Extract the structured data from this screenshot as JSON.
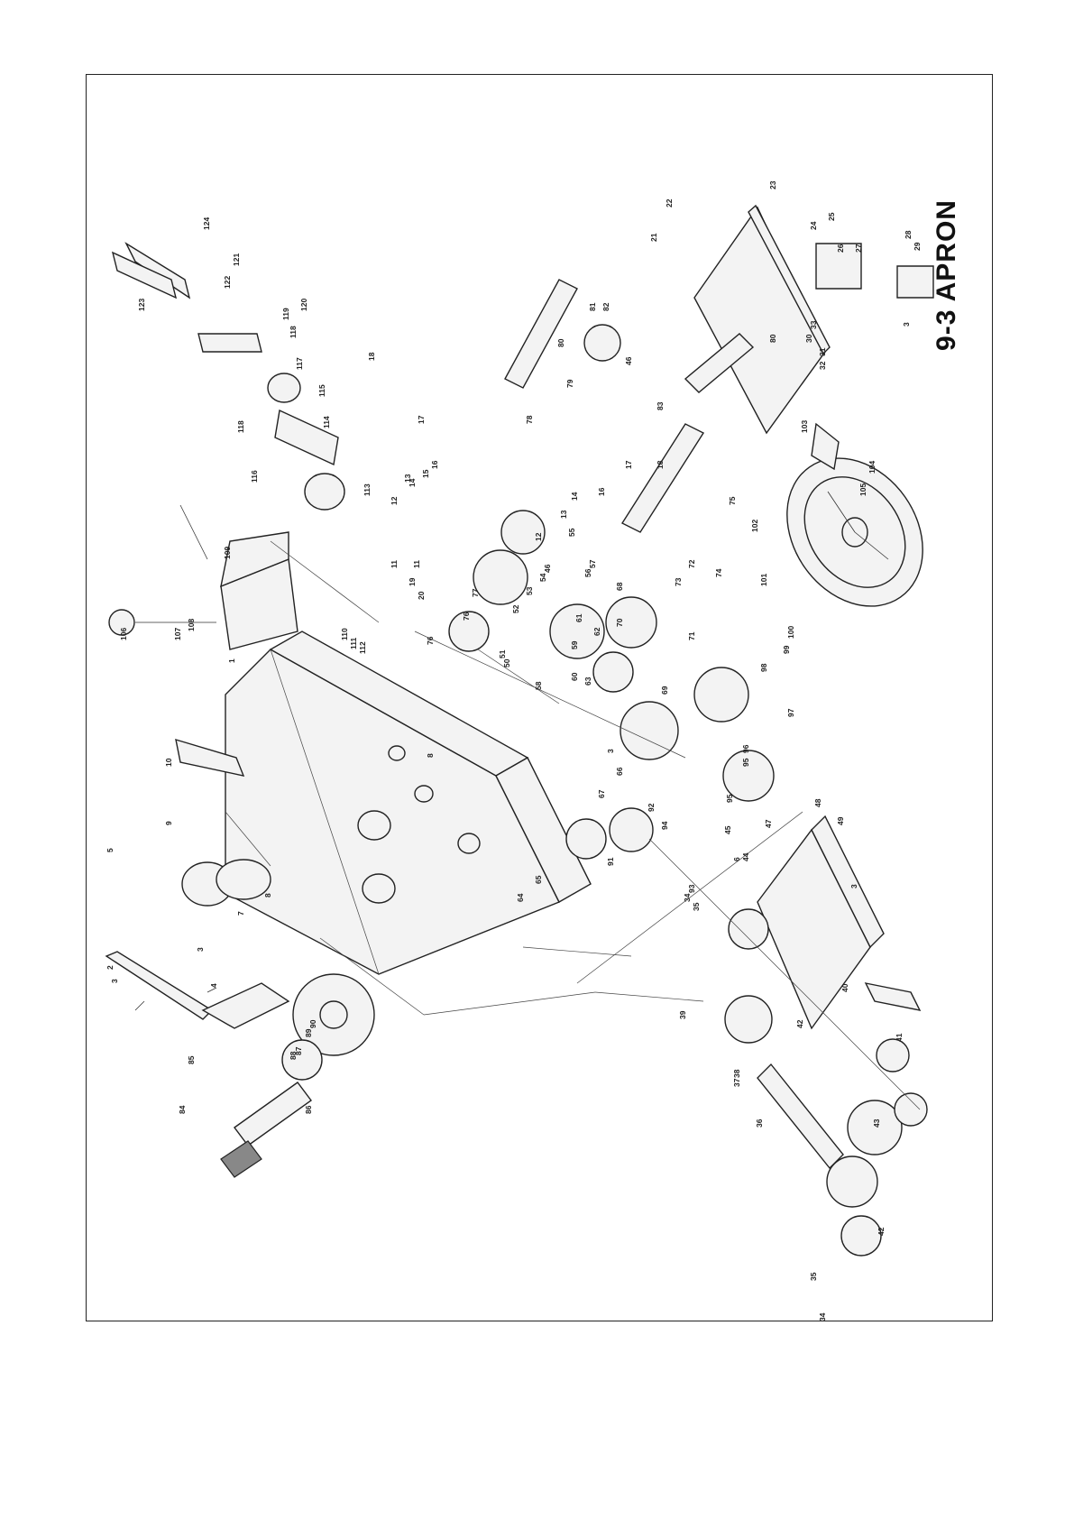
{
  "page": {
    "title": "9-3 APRON",
    "description_type": "exploded parts diagram"
  },
  "part_labels": [
    "1",
    "2",
    "3",
    "3",
    "3",
    "3",
    "3",
    "4",
    "5",
    "6",
    "7",
    "8",
    "8",
    "9",
    "10",
    "11",
    "11",
    "12",
    "12",
    "13",
    "13",
    "14",
    "14",
    "15",
    "16",
    "16",
    "17",
    "17",
    "18",
    "18",
    "19",
    "20",
    "21",
    "22",
    "23",
    "24",
    "25",
    "26",
    "27",
    "28",
    "29",
    "30",
    "31",
    "32",
    "33",
    "34",
    "34",
    "35",
    "35",
    "36",
    "37",
    "38",
    "39",
    "40",
    "41",
    "42",
    "42",
    "43",
    "44",
    "45",
    "46",
    "46",
    "47",
    "48",
    "49",
    "50",
    "51",
    "52",
    "53",
    "54",
    "55",
    "56",
    "57",
    "58",
    "59",
    "60",
    "61",
    "62",
    "63",
    "64",
    "65",
    "66",
    "67",
    "68",
    "69",
    "70",
    "71",
    "72",
    "73",
    "74",
    "75",
    "76",
    "76",
    "77",
    "78",
    "79",
    "80",
    "80",
    "81",
    "82",
    "83",
    "84",
    "85",
    "86",
    "87",
    "88",
    "89",
    "90",
    "91",
    "92",
    "93",
    "94",
    "95",
    "95",
    "96",
    "97",
    "98",
    "99",
    "100",
    "101",
    "102",
    "103",
    "104",
    "105",
    "106",
    "107",
    "108",
    "109",
    "110",
    "111",
    "112",
    "113",
    "114",
    "115",
    "116",
    "117",
    "118",
    "118",
    "119",
    "120",
    "121",
    "122",
    "123",
    "124"
  ],
  "colors": {
    "ink": "#222222",
    "paper": "#ffffff",
    "fill": "#f3f3f3"
  }
}
